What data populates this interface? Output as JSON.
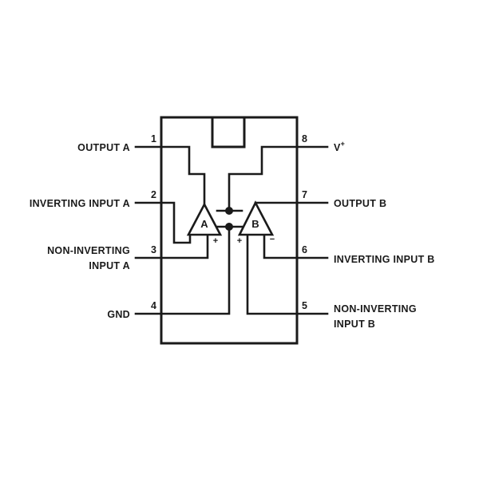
{
  "pins": {
    "p1": {
      "number": "1",
      "label": "OUTPUT A"
    },
    "p2": {
      "number": "2",
      "label": "INVERTING INPUT A"
    },
    "p3": {
      "number": "3",
      "label_line1": "NON-INVERTING",
      "label_line2": "INPUT A"
    },
    "p4": {
      "number": "4",
      "label": "GND"
    },
    "p5": {
      "number": "5",
      "label_line1": "NON-INVERTING",
      "label_line2": "INPUT B"
    },
    "p6": {
      "number": "6",
      "label": "INVERTING INPUT B"
    },
    "p7": {
      "number": "7",
      "label": "OUTPUT B"
    },
    "p8": {
      "number": "8",
      "label": "V",
      "label_sup": "+"
    }
  },
  "amplifiers": {
    "a": {
      "letter": "A",
      "minus": "−",
      "plus": "+"
    },
    "b": {
      "letter": "B",
      "minus": "−",
      "plus": "+"
    }
  }
}
